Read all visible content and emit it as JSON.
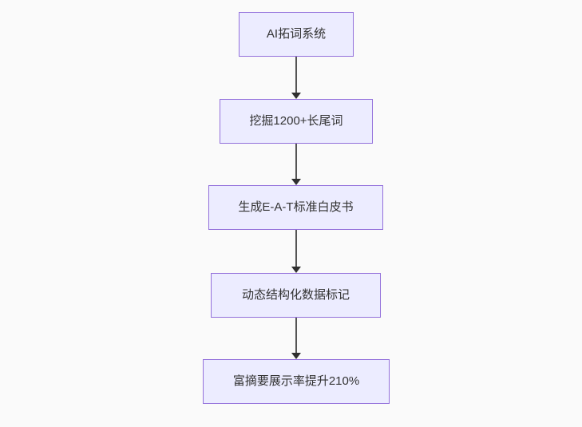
{
  "diagram": {
    "type": "flowchart",
    "direction": "top-down",
    "nodes": [
      {
        "id": "A",
        "label": "AI拓词系统"
      },
      {
        "id": "B",
        "label": "挖掘1200+长尾词"
      },
      {
        "id": "C",
        "label": "生成E-A-T标准白皮书"
      },
      {
        "id": "D",
        "label": "动态结构化数据标记"
      },
      {
        "id": "E",
        "label": "富摘要展示率提升210%"
      }
    ],
    "edges": [
      {
        "from": "A",
        "to": "B",
        "arrow": "down"
      },
      {
        "from": "B",
        "to": "C",
        "arrow": "down"
      },
      {
        "from": "C",
        "to": "D",
        "arrow": "down"
      },
      {
        "from": "D",
        "to": "E",
        "arrow": "down"
      }
    ],
    "colors": {
      "background": "#fafafa",
      "node_fill": "#ececff",
      "node_border": "#9370db",
      "edge_line": "#555555",
      "arrowhead": "#2f2f2f",
      "text": "#333333"
    }
  }
}
